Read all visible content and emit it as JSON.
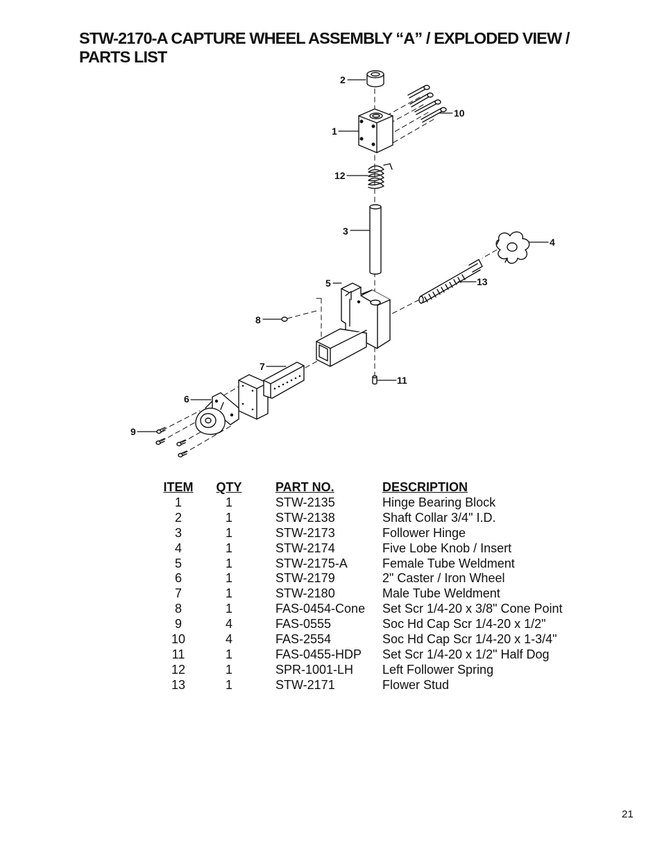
{
  "title": {
    "line1": "STW-2170-A CAPTURE WHEEL ASSEMBLY “A” / EXPLODED VIEW /",
    "line2": "PARTS LIST"
  },
  "callouts": [
    "1",
    "2",
    "3",
    "4",
    "5",
    "6",
    "7",
    "8",
    "9",
    "10",
    "11",
    "12",
    "13"
  ],
  "parts_table": {
    "headers": {
      "item": "ITEM",
      "qty": "QTY",
      "part_no": "PART NO.",
      "description": "DESCRIPTION"
    },
    "rows": [
      {
        "item": "1",
        "qty": "1",
        "part_no": "STW-2135",
        "description": "Hinge Bearing Block"
      },
      {
        "item": "2",
        "qty": "1",
        "part_no": "STW-2138",
        "description": "Shaft Collar 3/4\" I.D."
      },
      {
        "item": "3",
        "qty": "1",
        "part_no": "STW-2173",
        "description": "Follower Hinge"
      },
      {
        "item": "4",
        "qty": "1",
        "part_no": "STW-2174",
        "description": "Five Lobe Knob / Insert"
      },
      {
        "item": "5",
        "qty": "1",
        "part_no": "STW-2175-A",
        "description": "Female Tube Weldment"
      },
      {
        "item": "6",
        "qty": "1",
        "part_no": "STW-2179",
        "description": "2\" Caster / Iron Wheel"
      },
      {
        "item": "7",
        "qty": "1",
        "part_no": "STW-2180",
        "description": "Male Tube Weldment"
      },
      {
        "item": "8",
        "qty": "1",
        "part_no": "FAS-0454-Cone",
        "description": "Set Scr 1/4-20 x 3/8\" Cone Point"
      },
      {
        "item": "9",
        "qty": "4",
        "part_no": "FAS-0555",
        "description": "Soc Hd Cap Scr 1/4-20 x 1/2\""
      },
      {
        "item": "10",
        "qty": "4",
        "part_no": "FAS-2554",
        "description": "Soc Hd Cap Scr 1/4-20 x 1-3/4\""
      },
      {
        "item": "11",
        "qty": "1",
        "part_no": "FAS-0455-HDP",
        "description": "Set Scr 1/4-20 x 1/2\" Half Dog"
      },
      {
        "item": "12",
        "qty": "1",
        "part_no": "SPR-1001-LH",
        "description": "Left Follower Spring"
      },
      {
        "item": "13",
        "qty": "1",
        "part_no": "STW-2171",
        "description": "Flower Stud"
      }
    ]
  },
  "page_number": "21"
}
